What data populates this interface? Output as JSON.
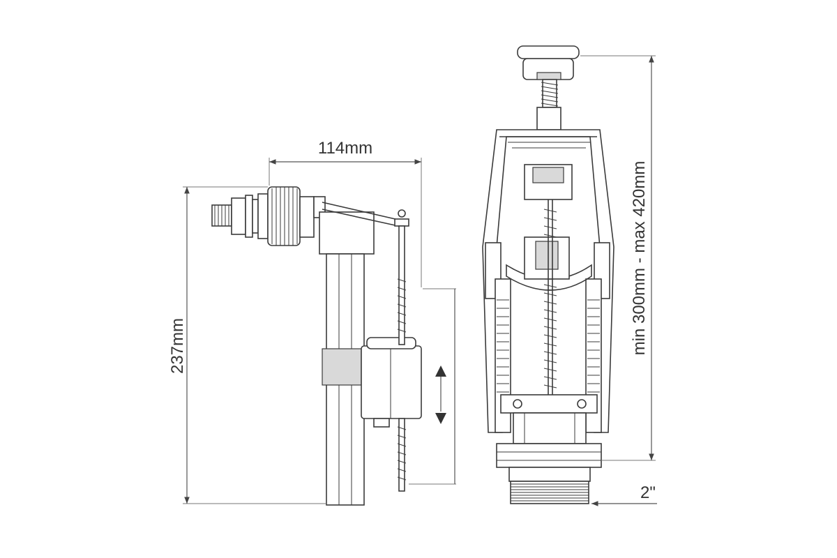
{
  "dimensions": {
    "width": "114mm",
    "height": "237mm",
    "range": "min 300mm - max 420mm",
    "thread": "2\""
  },
  "colors": {
    "line": "#3a3a3a",
    "fill": "#ffffff",
    "shade": "#d9d9d9"
  }
}
